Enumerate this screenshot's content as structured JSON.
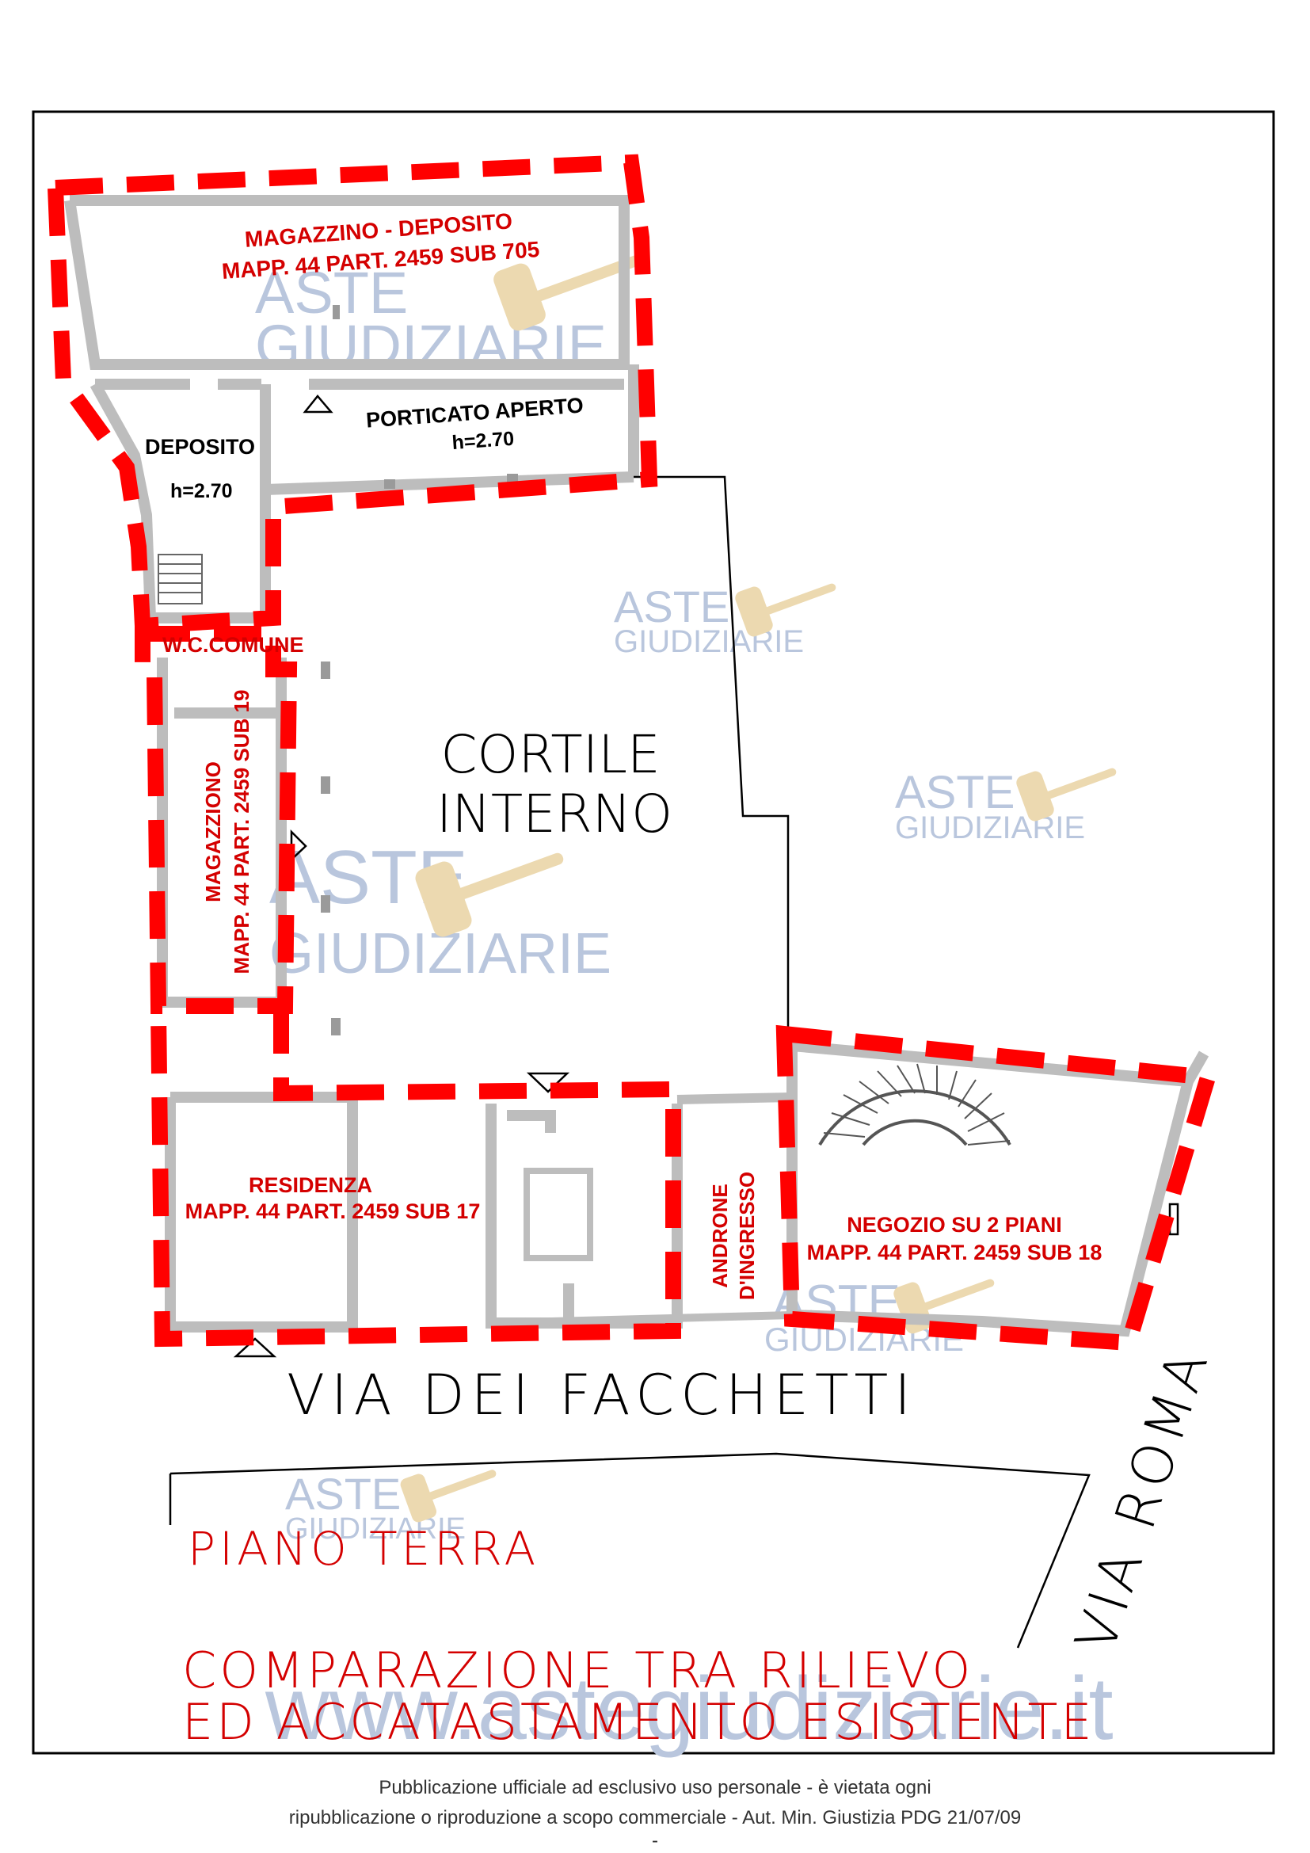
{
  "rooms": {
    "magazzino_deposito": {
      "line1": "MAGAZZINO - DEPOSITO",
      "line2": "MAPP. 44 PART. 2459 SUB 705"
    },
    "deposito": {
      "line1": "DEPOSITO",
      "line2": "h=2.70"
    },
    "porticato": {
      "line1": "PORTICATO APERTO",
      "line2": "h=2.70"
    },
    "wc": {
      "line1": "W.C.COMUNE"
    },
    "magazziono": {
      "line1": "MAGAZZIONO",
      "line2": "MAPP. 44 PART. 2459 SUB 19"
    },
    "cortile": {
      "line1": "CORTILE",
      "line2": "INTERNO"
    },
    "residenza": {
      "line1": "RESIDENZA",
      "line2": "MAPP. 44 PART. 2459 SUB 17"
    },
    "androne": {
      "line1": "ANDRONE",
      "line2": "D'INGRESSO"
    },
    "negozio": {
      "line1": "NEGOZIO SU 2 PIANI",
      "line2": "MAPP. 44 PART. 2459 SUB 18"
    }
  },
  "streets": {
    "facchetti": "VIA DEI FACCHETTI",
    "roma": "VIA ROMA"
  },
  "floor": "PIANO TERRA",
  "caption": {
    "line1": "COMPARAZIONE TRA RILIEVO",
    "line2": "ED ACCATASTAMENTO ESISTENTE"
  },
  "watermark": {
    "aste": "ASTE",
    "giudiziarie": "GIUDIZIARIE",
    "site": "www.astegiudiziarie.it"
  },
  "footer": {
    "line1": "Pubblicazione ufficiale ad esclusivo uso personale - è vietata ogni",
    "line2": "ripubblicazione o riproduzione a scopo commerciale - Aut. Min. Giustizia PDG 21/07/09",
    "line3": "-"
  },
  "colors": {
    "dash": "#ff0000",
    "text_red": "#d40000",
    "wall": "#bdbdbd",
    "watermark": "#b9c6dd"
  }
}
